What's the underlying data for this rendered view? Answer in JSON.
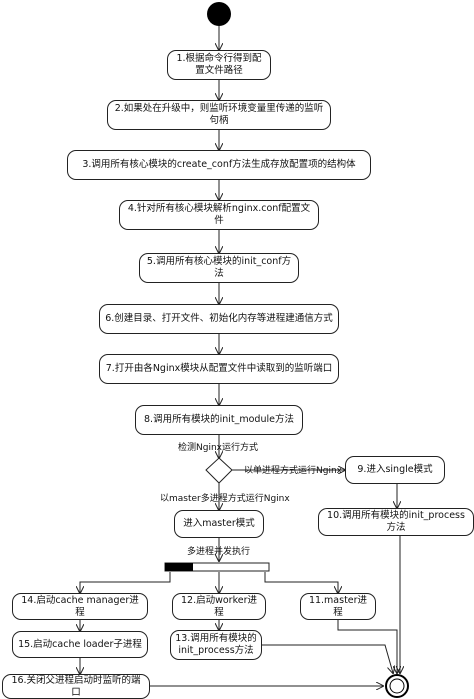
{
  "nodes": {
    "n1": "1.根据命令行得到配置文件路径",
    "n2": "2.如果处在升级中，则监听环境变量里传递的监听句柄",
    "n3": "3.调用所有核心模块的create_conf方法生成存放配置项的结构体",
    "n4": "4.针对所有核心模块解析nginx.conf配置文件",
    "n5": "5.调用所有核心模块的init_conf方法",
    "n6": "6.创建目录、打开文件、初始化内存等进程建通信方式",
    "n7": "7.打开由各Nginx模块从配置文件中读取到的监听端口",
    "n8": "8.调用所有模块的init_module方法",
    "n9": "9.进入single模式",
    "n10": "10.调用所有模块的init_process方法",
    "master": "进入master模式",
    "n11": "11.master进程",
    "n12": "12.启动worker进程",
    "n13": "13.调用所有模块的init_process方法",
    "n14": "14.启动cache manager进程",
    "n15": "15.启动cache loader子进程",
    "n16": "16.关闭父进程启动时监听的端口"
  },
  "labels": {
    "detect": "检测Nginx运行方式",
    "single": "以单进程方式运行Nginx",
    "multi": "以master多进程方式运行Nginx",
    "fork": "多进程并发执行"
  }
}
